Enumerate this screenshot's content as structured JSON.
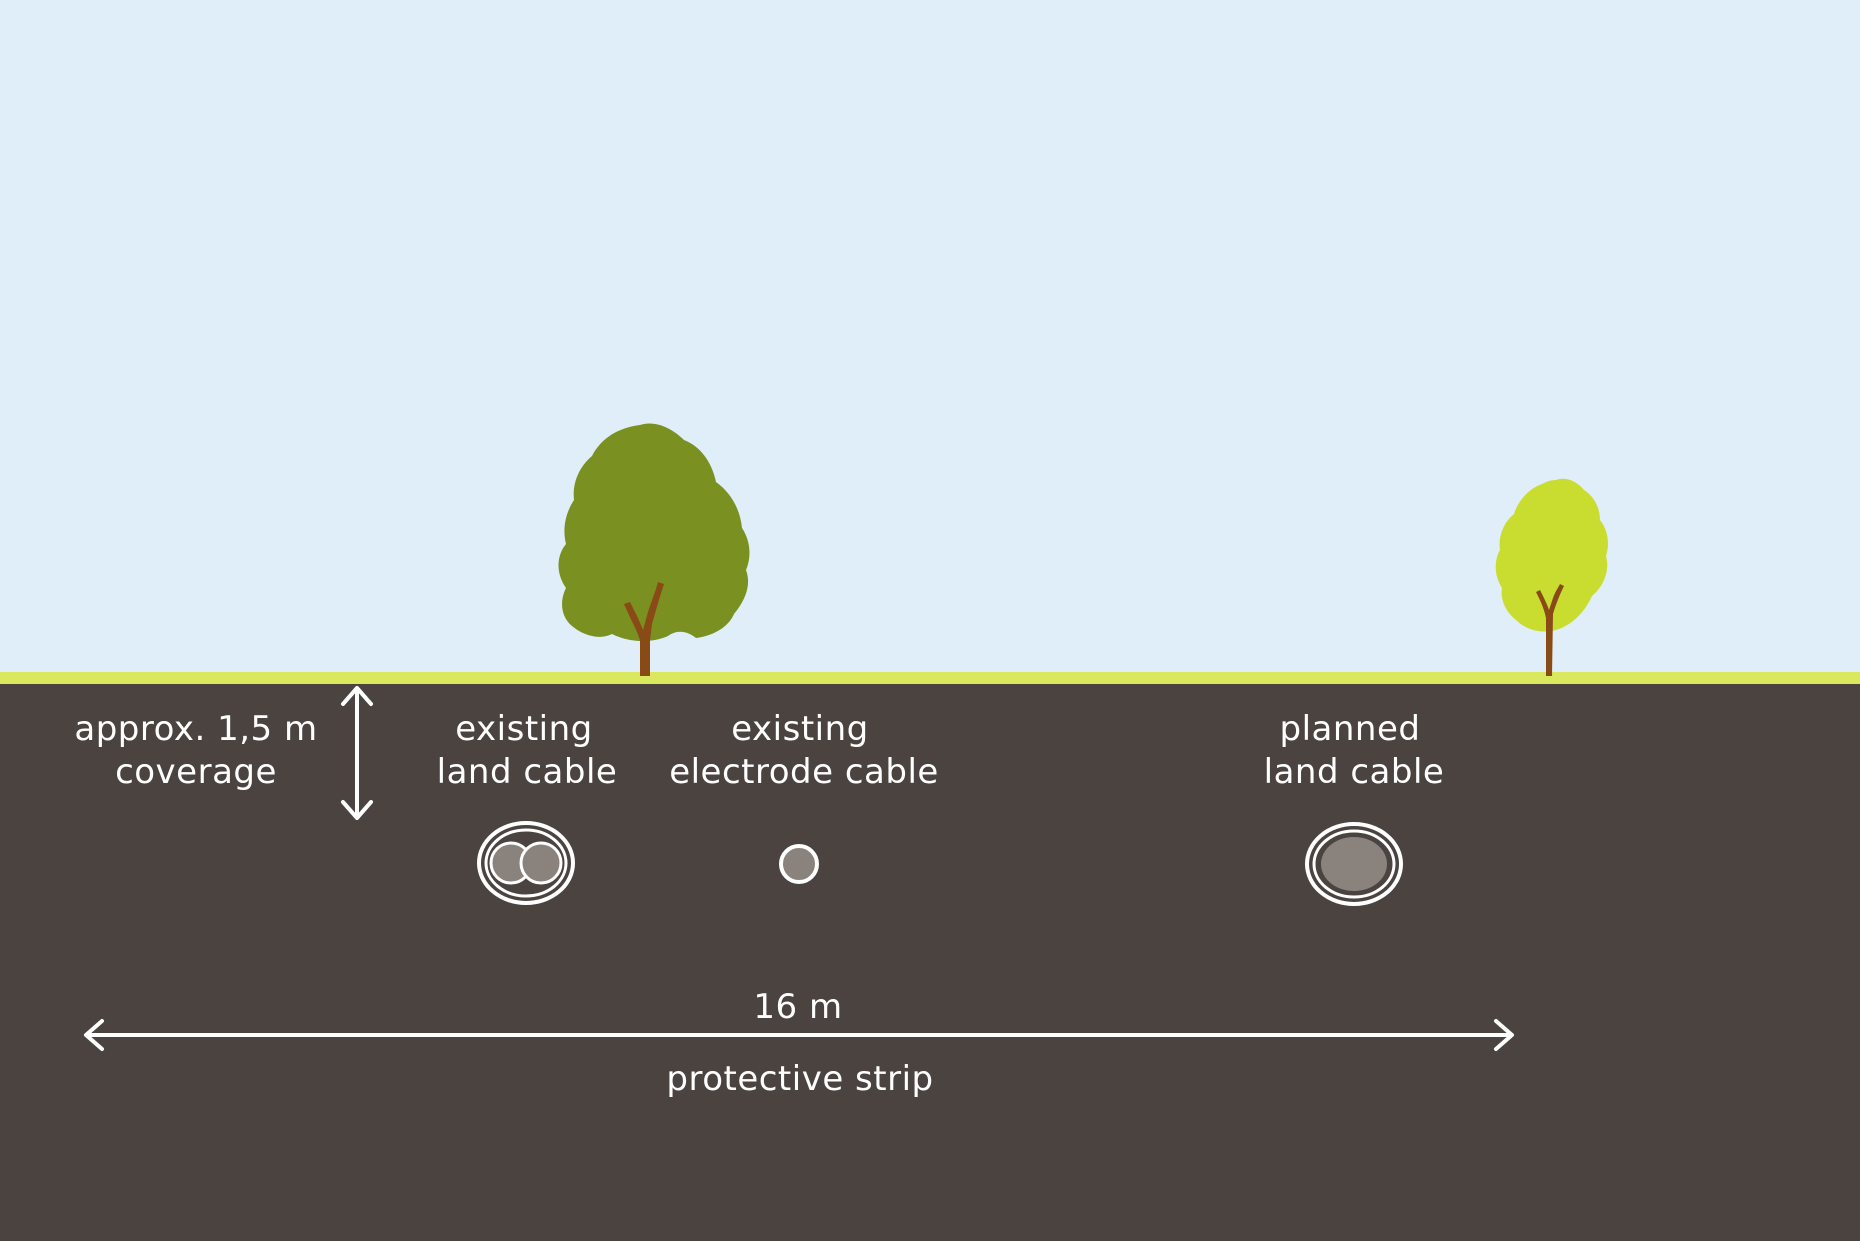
{
  "colors": {
    "sky": "#dfeef8",
    "ground_line": "#d9e85c",
    "soil": "#4a4340",
    "tree_dark": "#7a9020",
    "tree_light": "#c9dd30",
    "trunk": "#8a4a16",
    "cable_fill": "#8a827d",
    "line": "#ffffff"
  },
  "labels": {
    "coverage_line1": "approx. 1,5 m",
    "coverage_line2": "coverage",
    "existing_land_line1": "existing",
    "existing_land_line2": "land cable",
    "existing_electrode_line1": "existing",
    "existing_electrode_line2": "electrode cable",
    "planned_land_line1": "planned",
    "planned_land_line2": "land cable",
    "width_value": "16 m",
    "width_label": "protective strip"
  },
  "icons": {
    "tree_left": "deciduous-tree-icon",
    "tree_right": "young-tree-icon",
    "cable_existing": "double-core-cable-icon",
    "cable_electrode": "single-cable-icon",
    "cable_planned": "single-core-cable-icon"
  }
}
